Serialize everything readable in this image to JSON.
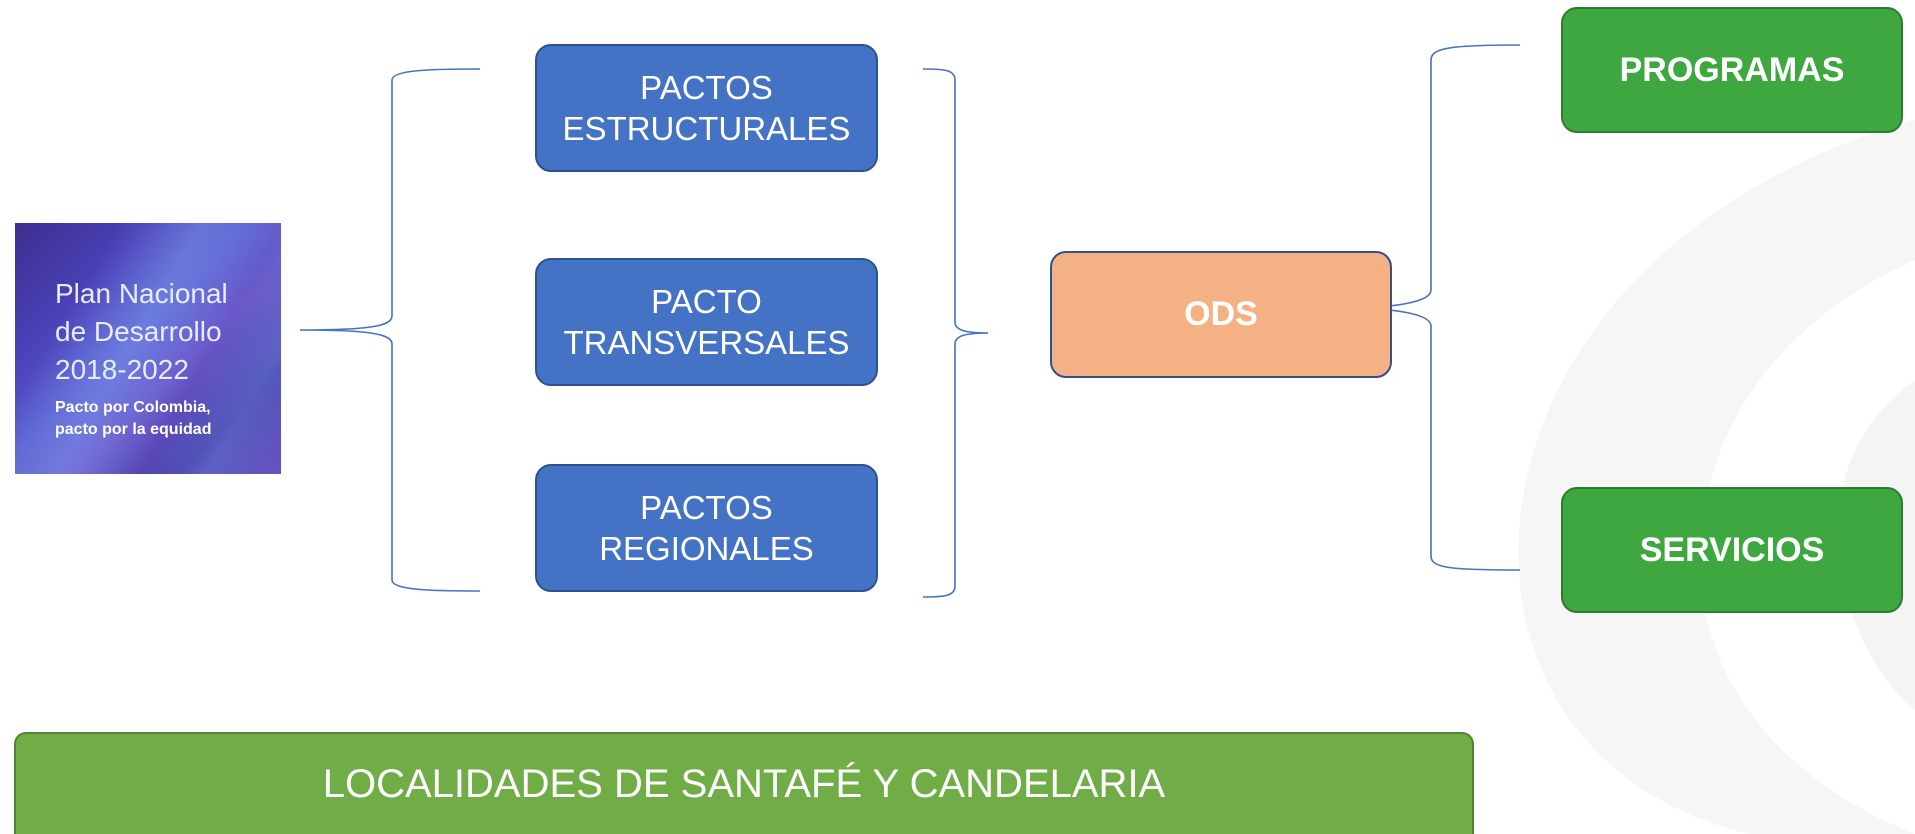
{
  "cover": {
    "title_lines": [
      "Plan Nacional",
      "de Desarrollo",
      "2018-2022"
    ],
    "subtitle_lines": [
      "Pacto por Colombia,",
      "pacto por la equidad"
    ]
  },
  "pactos": [
    {
      "lines": [
        "PACTOS",
        "ESTRUCTURALES"
      ]
    },
    {
      "lines": [
        "PACTO",
        "TRANSVERSALES"
      ]
    },
    {
      "lines": [
        "PACTOS",
        "REGIONALES"
      ]
    }
  ],
  "ods": {
    "label": "ODS"
  },
  "outputs": {
    "programas": "PROGRAMAS",
    "servicios": "SERVICIOS"
  },
  "footer": {
    "label": "LOCALIDADES DE SANTAFÉ Y CANDELARIA"
  },
  "colors": {
    "pacto_box": "#4472c4",
    "ods_box": "#f4b183",
    "output_box": "#3fa73f",
    "footer_bar": "#70ad47",
    "connector": "#4472c4"
  }
}
